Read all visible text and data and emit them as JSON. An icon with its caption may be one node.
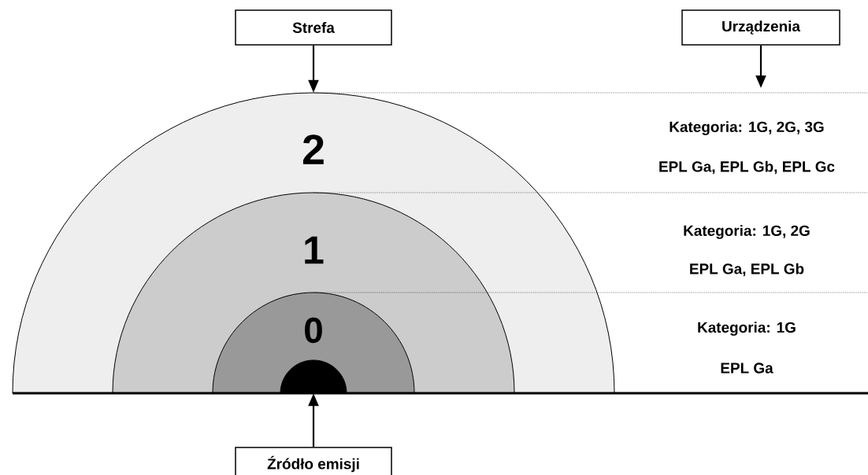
{
  "diagram": {
    "nodes": [
      {
        "text": [
          "Strefa"
        ]
      },
      {
        "text": [
          "Urządzenia"
        ]
      },
      {
        "text": [
          "2"
        ]
      },
      {
        "text": [
          "1"
        ],
        "in": 2
      },
      {
        "text": [
          "0"
        ],
        "in": 3
      },
      {
        "text": [],
        "shape": "semicircle",
        "in": 4
      },
      {
        "text": [
          "Źródło emisji"
        ]
      }
    ],
    "edges": [
      {
        "from": 0,
        "to": 2,
        "arrow": "to"
      },
      {
        "from": 1,
        "to": null,
        "arrow": "to"
      },
      {
        "from": 6,
        "to": 5,
        "arrow": "to"
      }
    ],
    "labels": [
      "Kategoria: 1G, 2G, 3G",
      "EPL Ga, EPL Gb, EPL Gc",
      "Kategoria: 1G, 2G",
      "EPL Ga, EPL Gb",
      "Kategoria: 1G",
      "EPL Ga"
    ]
  }
}
